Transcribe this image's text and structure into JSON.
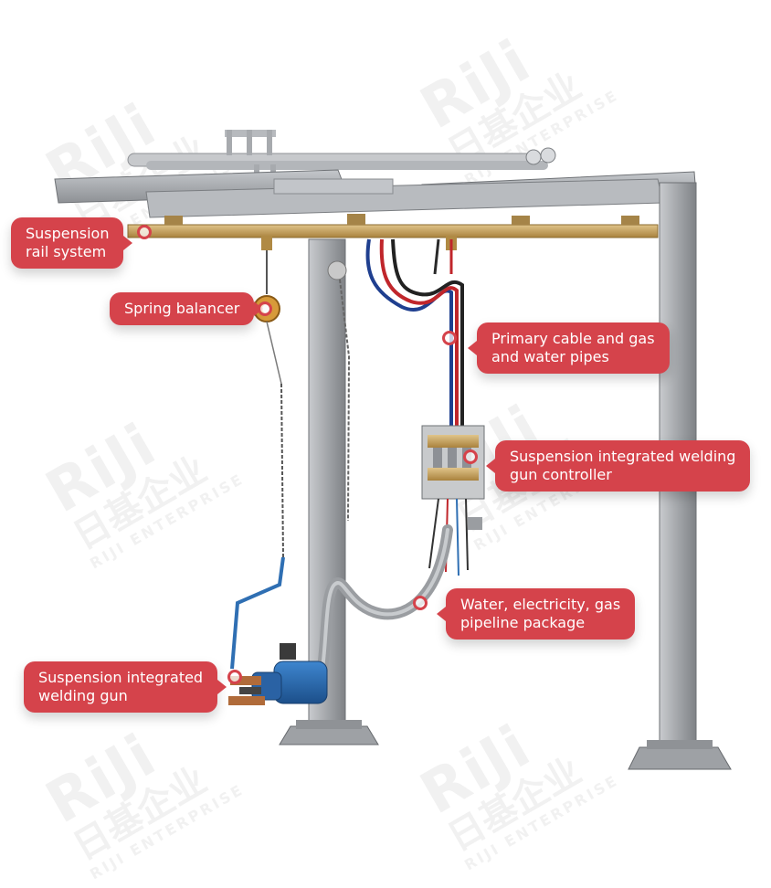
{
  "watermark": {
    "brand": "RiJi",
    "chinese": "日基企业",
    "english": "RIJI ENTERPRISE"
  },
  "callouts": {
    "suspension_rail": {
      "lines": [
        "Suspension",
        "rail system"
      ]
    },
    "spring_balancer": {
      "lines": [
        "Spring balancer"
      ]
    },
    "primary_cable": {
      "lines": [
        "Primary cable and gas",
        "and water pipes"
      ]
    },
    "gun_controller": {
      "lines": [
        "Suspension integrated welding",
        "gun controller"
      ]
    },
    "pipeline_package": {
      "lines": [
        "Water, electricity, gas",
        "pipeline package"
      ]
    },
    "welding_gun": {
      "lines": [
        "Suspension integrated",
        "welding gun"
      ]
    }
  },
  "colors": {
    "accent": "#d5434b",
    "steel": "#a9abae",
    "brass": "#c9a25a",
    "blue": "#2f6fb3",
    "red_cable": "#c0262b"
  }
}
